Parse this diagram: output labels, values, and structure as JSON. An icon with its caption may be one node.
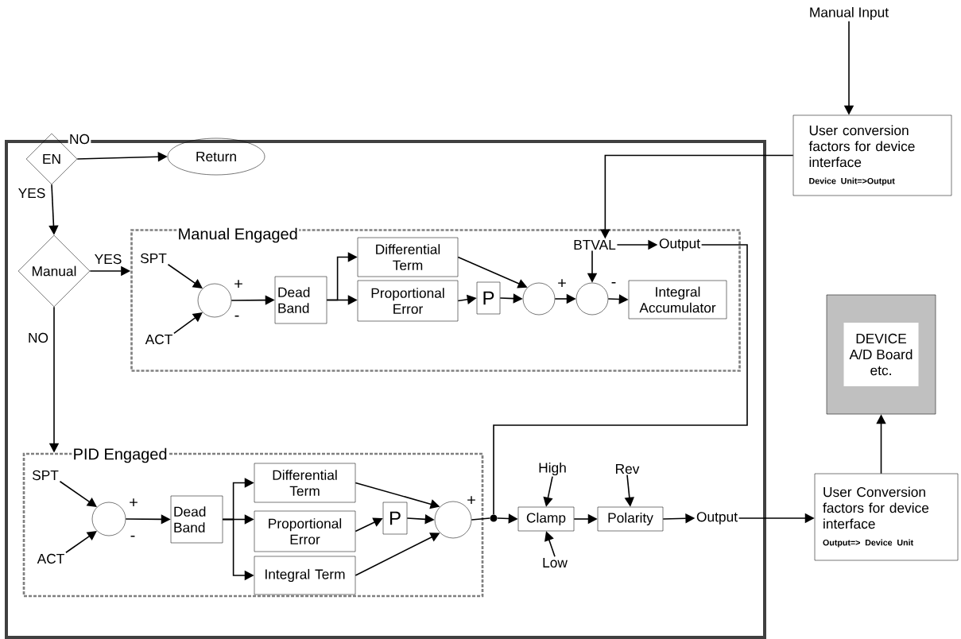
{
  "diagram": {
    "nodes": [
      {
        "text": [],
        "shape": "box"
      },
      {
        "text": [
          "EN"
        ],
        "in": 0
      },
      {
        "text": [
          "Return"
        ],
        "in": 0
      },
      {
        "text": [
          "Manual"
        ],
        "in": 0
      },
      {
        "text": [
          "Manual Engaged"
        ],
        "in": 0
      },
      {
        "text": [
          "SPT"
        ],
        "in": 4
      },
      {
        "text": [
          "ACT"
        ],
        "in": 4
      },
      {
        "text": [],
        "shape": "circle",
        "in": 4,
        "beside": [
          "+",
          "-"
        ]
      },
      {
        "text": [
          "Dead Band"
        ],
        "in": 4
      },
      {
        "text": [
          "Differential Term"
        ],
        "in": 4
      },
      {
        "text": [
          "Proportional Error"
        ],
        "in": 4
      },
      {
        "text": [
          "P"
        ],
        "in": 4
      },
      {
        "text": [],
        "shape": "circle",
        "in": 4
      },
      {
        "text": [],
        "shape": "circle",
        "in": 4,
        "beside": [
          "+",
          "-"
        ]
      },
      {
        "text": [
          "BTVAL"
        ],
        "in": 4
      },
      {
        "text": [
          "Output"
        ],
        "in": 4
      },
      {
        "text": [
          "Integral Accumulator"
        ],
        "in": 4
      },
      {
        "text": [
          "PID Engaged"
        ],
        "in": 0
      },
      {
        "text": [
          "SPT"
        ],
        "in": 17
      },
      {
        "text": [
          "ACT"
        ],
        "in": 17
      },
      {
        "text": [],
        "shape": "circle",
        "in": 17,
        "beside": [
          "+",
          "-"
        ]
      },
      {
        "text": [
          "Dead Band"
        ],
        "in": 17
      },
      {
        "text": [
          "Differential Term"
        ],
        "in": 17
      },
      {
        "text": [
          "Proportional Error"
        ],
        "in": 17
      },
      {
        "text": [
          "Integral Term"
        ],
        "in": 17
      },
      {
        "text": [
          "P"
        ],
        "in": 17
      },
      {
        "text": [],
        "shape": "circle",
        "in": 17,
        "beside": [
          "+"
        ]
      },
      {
        "text": [],
        "shape": "circle",
        "in": 0
      },
      {
        "text": [
          "High"
        ],
        "in": 0
      },
      {
        "text": [
          "Clamp"
        ],
        "in": 0
      },
      {
        "text": [
          "Low"
        ],
        "in": 0
      },
      {
        "text": [
          "Rev"
        ],
        "in": 0
      },
      {
        "text": [
          "Polarity"
        ],
        "in": 0
      },
      {
        "text": [
          "Output"
        ],
        "in": 0
      },
      {
        "text": [
          "Manual Input"
        ]
      },
      {
        "text": [
          "User conversion factors for device interface",
          "Device Unit=>Output"
        ]
      },
      {
        "text": [
          "DEVICE A/D Board etc."
        ]
      },
      {
        "text": [
          "User Conversion factors for device interface",
          "Output=> Device Unit"
        ]
      }
    ],
    "edges": [
      {
        "from": 1,
        "to": 2,
        "arrow": "to",
        "label": "NO"
      },
      {
        "from": 1,
        "to": 3,
        "arrow": "to",
        "label": "YES"
      },
      {
        "from": 3,
        "to": 4,
        "arrow": "to",
        "label": "YES"
      },
      {
        "from": 3,
        "to": 17,
        "arrow": "to",
        "label": "NO"
      },
      {
        "from": 5,
        "to": 7,
        "arrow": "to"
      },
      {
        "from": 6,
        "to": 7,
        "arrow": "to"
      },
      {
        "from": 7,
        "to": 8,
        "arrow": "to"
      },
      {
        "from": 8,
        "to": 9,
        "arrow": "to"
      },
      {
        "from": 8,
        "to": 10,
        "arrow": "to"
      },
      {
        "from": 10,
        "to": 11,
        "arrow": "to"
      },
      {
        "from": 9,
        "to": 12,
        "arrow": "to"
      },
      {
        "from": 11,
        "to": 12,
        "arrow": "to"
      },
      {
        "from": 12,
        "to": 13,
        "arrow": "to"
      },
      {
        "from": 14,
        "to": 13,
        "arrow": "to"
      },
      {
        "from": 13,
        "to": 16,
        "arrow": "to"
      },
      {
        "from": 14,
        "to": 15,
        "arrow": "to"
      },
      {
        "from": 35,
        "to": 14,
        "arrow": "to"
      },
      {
        "from": 15,
        "to": 27,
        "arrow": "none"
      },
      {
        "from": 26,
        "to": 27,
        "arrow": "none"
      },
      {
        "from": 27,
        "to": 29,
        "arrow": "to"
      },
      {
        "from": 28,
        "to": 29,
        "arrow": "to"
      },
      {
        "from": 30,
        "to": 29,
        "arrow": "to"
      },
      {
        "from": 29,
        "to": 32,
        "arrow": "to"
      },
      {
        "from": 31,
        "to": 32,
        "arrow": "to"
      },
      {
        "from": 32,
        "to": 33,
        "arrow": "to"
      },
      {
        "from": 33,
        "to": 37,
        "arrow": "to"
      },
      {
        "from": 37,
        "to": 36,
        "arrow": "to"
      },
      {
        "from": 34,
        "to": 35,
        "arrow": "to"
      },
      {
        "from": 18,
        "to": 20,
        "arrow": "to"
      },
      {
        "from": 19,
        "to": 20,
        "arrow": "to"
      },
      {
        "from": 20,
        "to": 21,
        "arrow": "to"
      },
      {
        "from": 21,
        "to": 22,
        "arrow": "to"
      },
      {
        "from": 21,
        "to": 23,
        "arrow": "to"
      },
      {
        "from": 21,
        "to": 24,
        "arrow": "to"
      },
      {
        "from": 23,
        "to": 25,
        "arrow": "to"
      },
      {
        "from": 22,
        "to": 26,
        "arrow": "to"
      },
      {
        "from": 25,
        "to": 26,
        "arrow": "to"
      },
      {
        "from": 24,
        "to": 26,
        "arrow": "to"
      }
    ]
  }
}
